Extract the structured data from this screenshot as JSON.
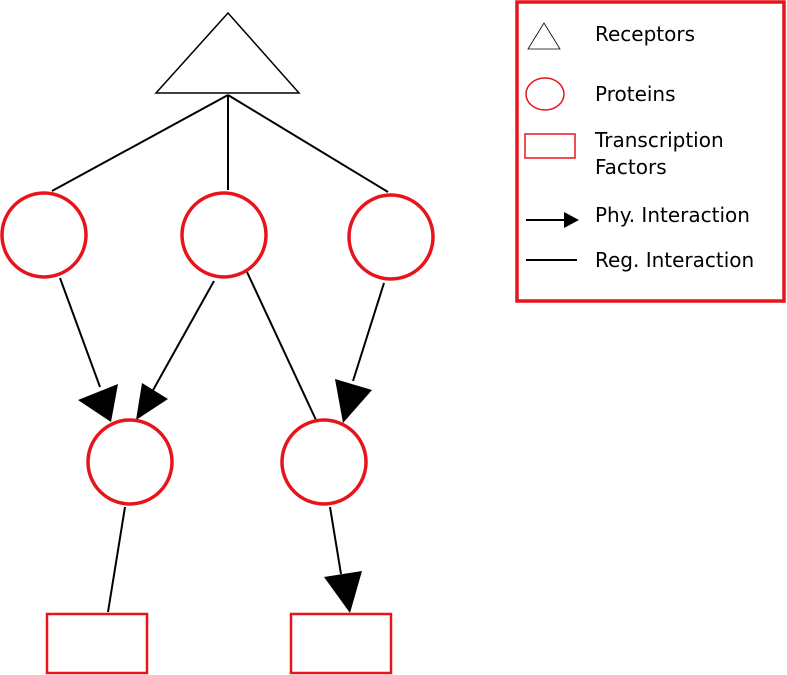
{
  "colors": {
    "protein": "#e8141c",
    "transcription_factor": "#e8141c",
    "legend_border": "#e8141c",
    "receptor": "#000000",
    "edge": "#000000"
  },
  "legend": {
    "receptors_label": "Receptors",
    "proteins_label": "Proteins",
    "tf_label_line1": "Transcription",
    "tf_label_line2": "Factors",
    "phy_label": "Phy. Interaction",
    "reg_label": "Reg. Interaction"
  },
  "graph": {
    "nodes": [
      {
        "id": "receptor",
        "type": "receptor"
      },
      {
        "id": "protein-1",
        "type": "protein"
      },
      {
        "id": "protein-2",
        "type": "protein"
      },
      {
        "id": "protein-3",
        "type": "protein"
      },
      {
        "id": "protein-4",
        "type": "protein"
      },
      {
        "id": "protein-5",
        "type": "protein"
      },
      {
        "id": "tf-1",
        "type": "transcription_factor"
      },
      {
        "id": "tf-2",
        "type": "transcription_factor"
      }
    ],
    "edges": [
      {
        "from": "receptor",
        "to": "protein-1",
        "kind": "regulatory"
      },
      {
        "from": "receptor",
        "to": "protein-2",
        "kind": "regulatory"
      },
      {
        "from": "receptor",
        "to": "protein-3",
        "kind": "regulatory"
      },
      {
        "from": "protein-1",
        "to": "protein-4",
        "kind": "physical"
      },
      {
        "from": "protein-2",
        "to": "protein-4",
        "kind": "physical"
      },
      {
        "from": "protein-2",
        "to": "protein-5",
        "kind": "regulatory"
      },
      {
        "from": "protein-3",
        "to": "protein-5",
        "kind": "physical"
      },
      {
        "from": "protein-4",
        "to": "tf-1",
        "kind": "regulatory"
      },
      {
        "from": "protein-5",
        "to": "tf-2",
        "kind": "physical"
      }
    ]
  }
}
